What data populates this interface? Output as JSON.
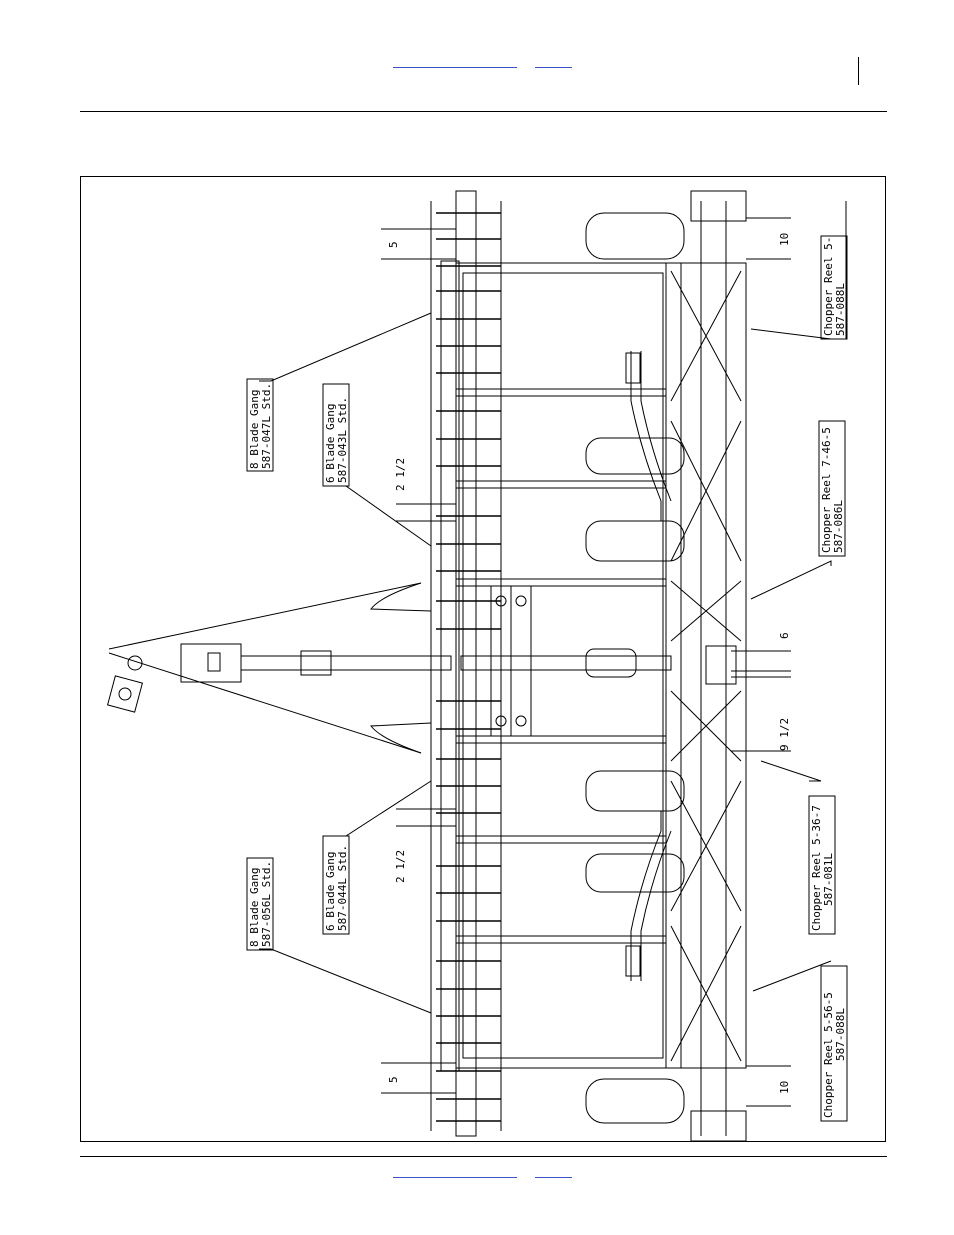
{
  "header": {
    "link_left": "",
    "link_right": ""
  },
  "footer": {
    "link_left": "",
    "link_right": ""
  },
  "callouts": [
    {
      "id": "c1",
      "line1": "8 Blade Gang",
      "line2": "587-047L Std."
    },
    {
      "id": "c2",
      "line1": "6 Blade Gang",
      "line2": "587-043L Std."
    },
    {
      "id": "c3",
      "line1": "6 Blade Gang",
      "line2": "587-044L Std."
    },
    {
      "id": "c4",
      "line1": "8 Blade Gang",
      "line2": "587-056L Std."
    },
    {
      "id": "c5",
      "line1": "Chopper Reel 5-",
      "line2": "587-088L"
    },
    {
      "id": "c6",
      "line1": "Chopper Reel 7-46-5",
      "line2": "587-086L"
    },
    {
      "id": "c7",
      "line1": "Chopper Reel 5-36-7",
      "line2": "587-081L"
    },
    {
      "id": "c8",
      "line1": "Chopper Reel 5-56-5",
      "line2": "587-088L"
    }
  ],
  "dimensions": {
    "top_left": "5",
    "top_left_gap": "2 1/2",
    "bottom_left_gap": "2 1/2",
    "bottom_left": "5",
    "top_right": "10",
    "center_right": "6",
    "center_right_gap": "9 1/2",
    "bottom_right": "10"
  }
}
